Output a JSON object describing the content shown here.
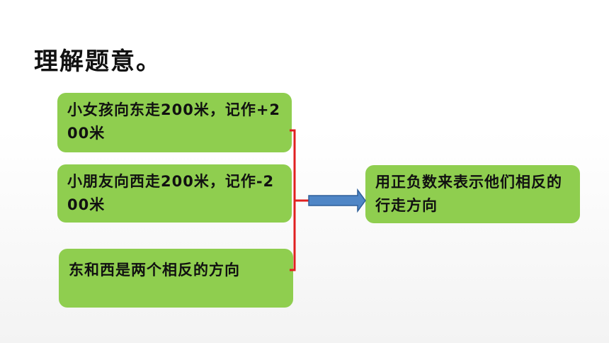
{
  "slide": {
    "title": "理解题意。",
    "left_boxes": [
      "小女孩向东走200米，记作+200米",
      "小朋友向西走200米，记作-200米",
      "东和西是两个相反的方向"
    ],
    "result_box": "用正负数来表示他们相反的行走方向"
  },
  "colors": {
    "box_fill": "#8fce4f",
    "bracket": "#e02020",
    "arrow_fill": "#4f86c6",
    "arrow_stroke": "#2e5f99",
    "title_text": "#111111"
  },
  "icons": {
    "bracket": "brace-line",
    "arrow": "right-arrow"
  }
}
